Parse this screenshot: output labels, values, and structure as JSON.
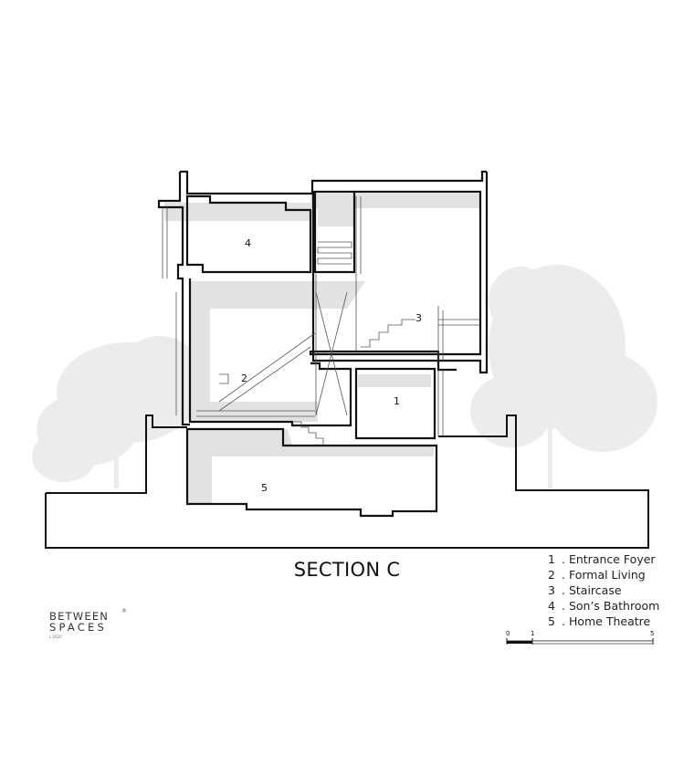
{
  "title": "SECTION C",
  "rooms": [
    {
      "number": "1",
      "name": "Entrance Foyer"
    },
    {
      "number": "2",
      "name": "Formal Living"
    },
    {
      "number": "3",
      "name": "Staircase"
    },
    {
      "number": "4",
      "name": "Son’s Bathroom"
    },
    {
      "number": "5",
      "name": "Home Theatre"
    }
  ],
  "scale": {
    "labels": [
      "0",
      "1",
      "5"
    ]
  },
  "logo": {
    "line1": "BETWEEN",
    "line2": "SPACES",
    "sub": "L·2020",
    "mark": "®"
  },
  "colors": {
    "wall": "#111111",
    "shadow": "#e2e2e2",
    "tree": "#ececec"
  }
}
